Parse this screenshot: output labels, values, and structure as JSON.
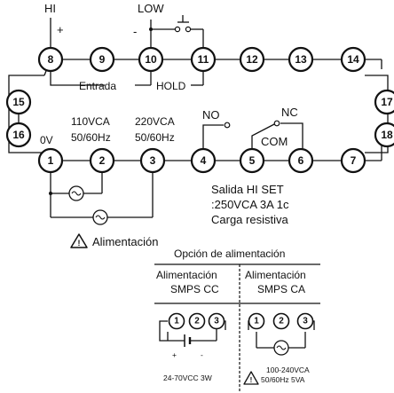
{
  "terminals": [
    "1",
    "2",
    "3",
    "4",
    "5",
    "6",
    "7",
    "8",
    "9",
    "10",
    "11",
    "12",
    "13",
    "14",
    "15",
    "16",
    "17",
    "18"
  ],
  "labels": {
    "hi": "HI",
    "low": "LOW",
    "plus": "+",
    "minus": "-",
    "entrada": "Entrada",
    "hold": "HOLD",
    "v110": "110VCA",
    "hz110": "50/60Hz",
    "v220": "220VCA",
    "hz220": "50/60Hz",
    "zero_v": "0V",
    "no": "NO",
    "nc": "NC",
    "com": "COM",
    "salida1": "Salida HI SET",
    "salida2": ":250VCA 3A 1c",
    "salida3": "Carga resistiva",
    "alimentacion": "Alimentación"
  },
  "power_option": {
    "title": "Opción de alimentación",
    "cc_title1": "Alimentación",
    "cc_title2": "SMPS CC",
    "ca_title1": "Alimentación",
    "ca_title2": "SMPS CA",
    "cc_plus": "+",
    "cc_minus": "-",
    "cc_spec": "24-70VCC 3W",
    "ca_spec1": "100-240VCA",
    "ca_spec2": "50/60Hz 5VA"
  }
}
